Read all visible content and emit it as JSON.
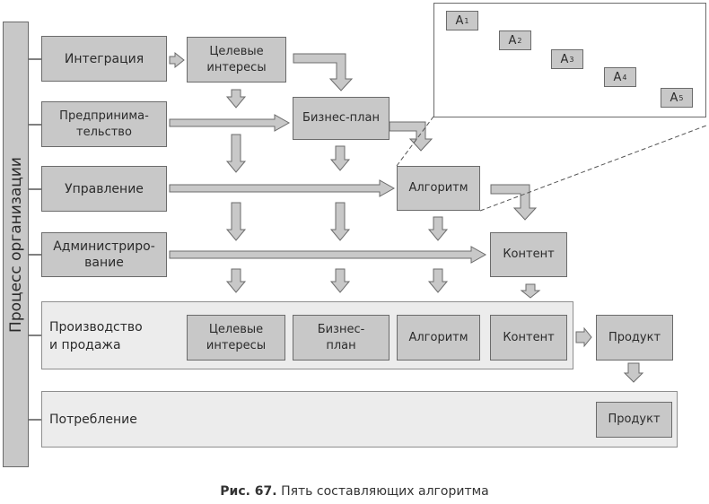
{
  "spine": {
    "label": "Процесс организации"
  },
  "rows": {
    "integration": "Интеграция",
    "entrepreneurship": "Предпринима-\nтельство",
    "management": "Управление",
    "administration": "Администриро-\nвание"
  },
  "nodes": {
    "target_interests": "Целевые\nинтересы",
    "business_plan": "Бизнес-план",
    "algorithm": "Алгоритм",
    "content": "Контент"
  },
  "production": {
    "label": "Производство\nи продажа",
    "items": [
      "Целевые\nинтересы",
      "Бизнес-\nплан",
      "Алгоритм",
      "Контент"
    ],
    "product": "Продукт"
  },
  "consumption": {
    "label": "Потребление",
    "product": "Продукт"
  },
  "algorithm_steps": [
    {
      "letter": "A",
      "index": "1"
    },
    {
      "letter": "A",
      "index": "2"
    },
    {
      "letter": "A",
      "index": "3"
    },
    {
      "letter": "A",
      "index": "4"
    },
    {
      "letter": "A",
      "index": "5"
    }
  ],
  "caption": {
    "figure": "Рис. 67.",
    "text": "Пять составляющих алгоритма"
  },
  "colors": {
    "box_fill": "#c8c8c8",
    "panel_fill": "#ececec",
    "arrow_fill": "#c8c8c8",
    "stroke": "#6b6b6b"
  }
}
